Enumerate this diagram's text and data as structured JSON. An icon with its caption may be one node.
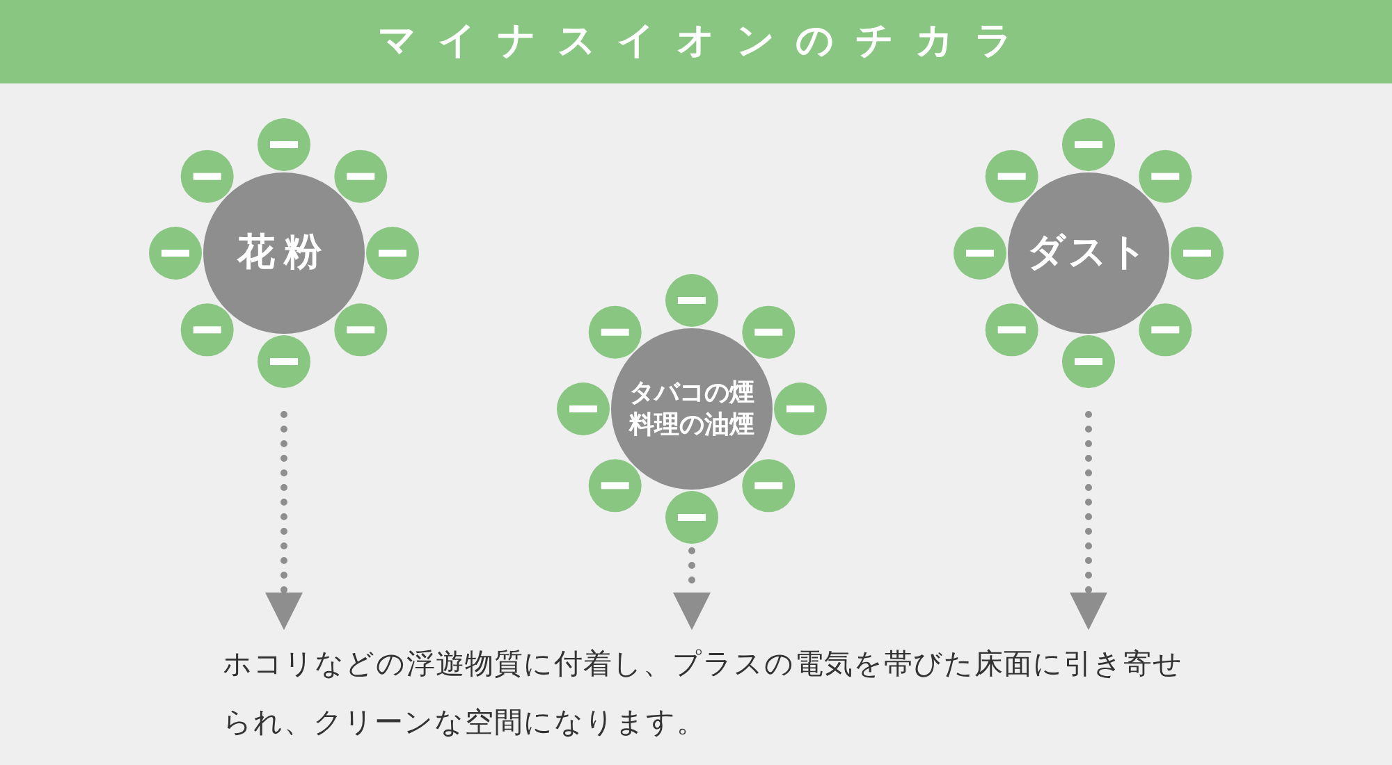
{
  "diagram": {
    "title": "マイナスイオンのチカラ",
    "nodes": [
      {
        "text": [
          "花粉"
        ]
      },
      {
        "text": [
          "タバコの煙",
          "料理の油煙"
        ]
      },
      {
        "text": [
          "ダスト"
        ]
      }
    ],
    "edges": [
      {
        "from": 0,
        "to": null,
        "arrow": "to",
        "style": "dashed"
      },
      {
        "from": 1,
        "to": null,
        "arrow": "to",
        "style": "dashed"
      },
      {
        "from": 2,
        "to": null,
        "arrow": "to",
        "style": "dashed"
      }
    ],
    "labels": [
      "ホコリなどの浮遊物質に付着し、プラスの電気を帯びた床面に引き寄せられ、クリーンな空間になります。"
    ]
  }
}
